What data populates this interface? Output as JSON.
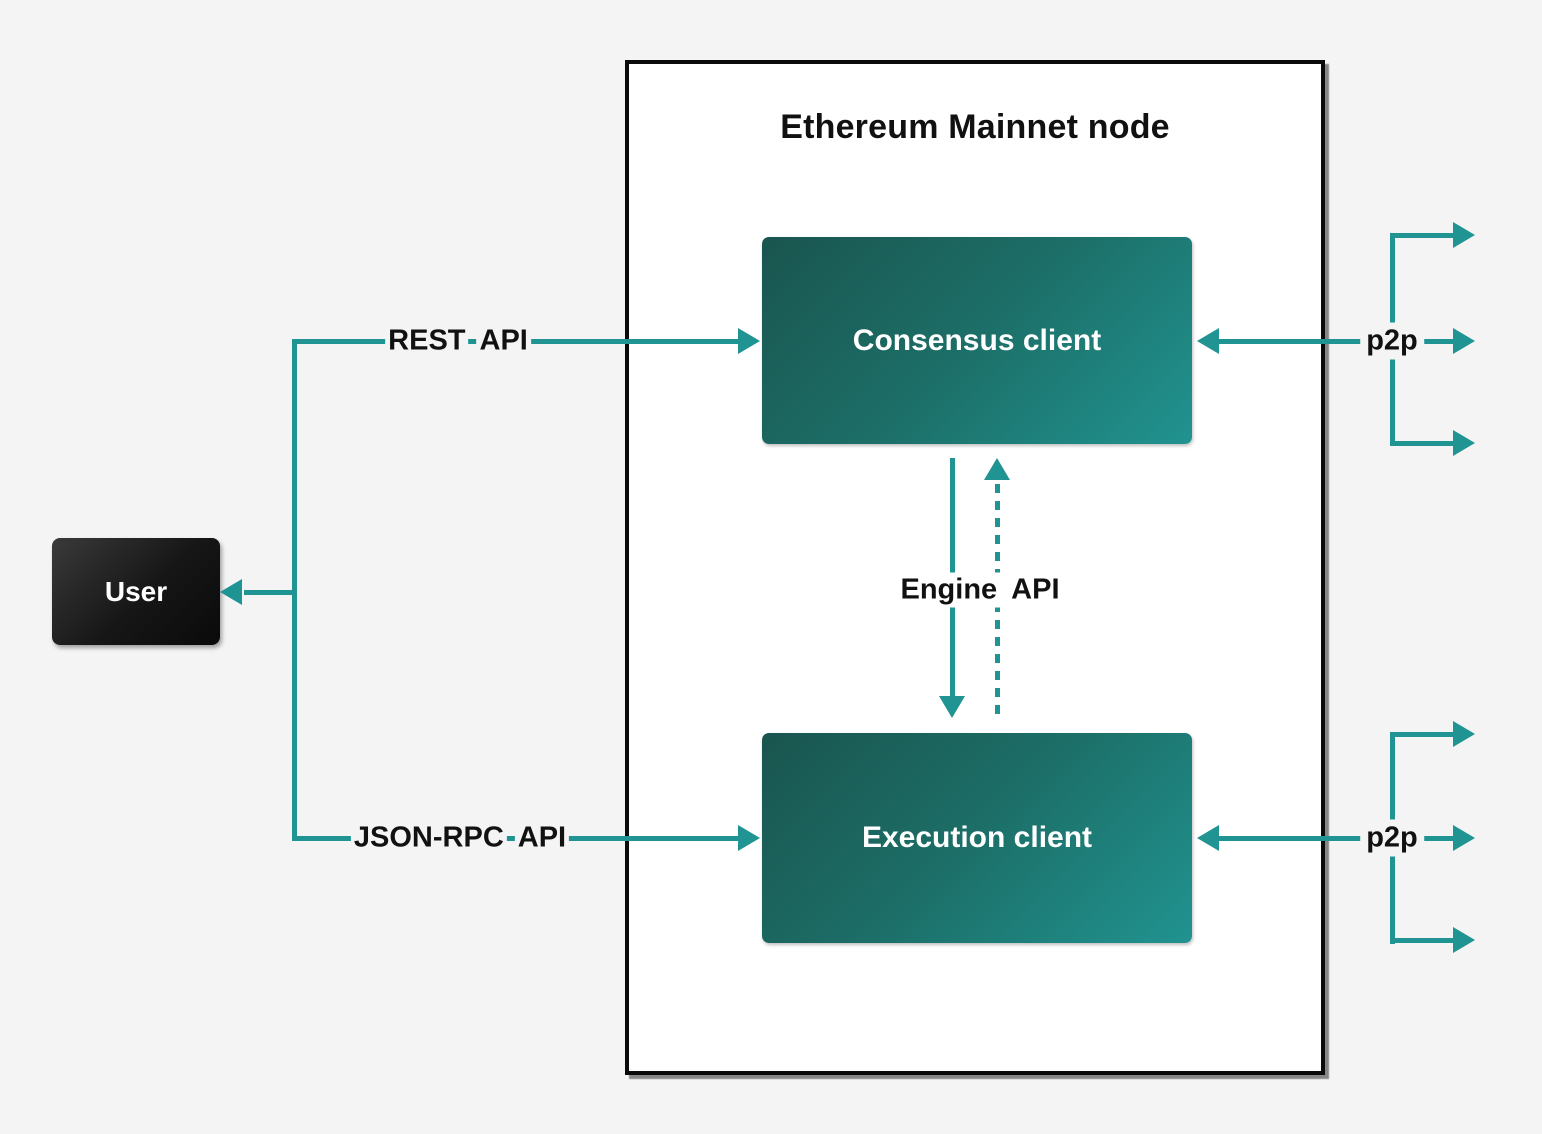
{
  "colors": {
    "accent": "#1f9492",
    "page_bg": "#f4f4f4",
    "panel_bg": "#ffffff",
    "panel_border": "#0a0a0a",
    "client_grad_a": "#1a554f",
    "client_grad_b": "#219390",
    "user_grad_a": "#3a3a3a",
    "user_grad_b": "#0a0a0a",
    "label_text": "#111111",
    "node_text": "#ffffff"
  },
  "panel": {
    "title": "Ethereum Mainnet node"
  },
  "nodes": {
    "user": {
      "label": "User"
    },
    "consensus": {
      "label": "Consensus client"
    },
    "execution": {
      "label": "Execution client"
    }
  },
  "edges": {
    "rest_api": {
      "words": [
        "REST",
        "API"
      ]
    },
    "json_rpc_api": {
      "words": [
        "JSON-RPC",
        "API"
      ]
    },
    "engine_api": {
      "words": [
        "Engine",
        "API"
      ]
    },
    "p2p_consensus": {
      "label": "p2p"
    },
    "p2p_execution": {
      "label": "p2p"
    }
  }
}
